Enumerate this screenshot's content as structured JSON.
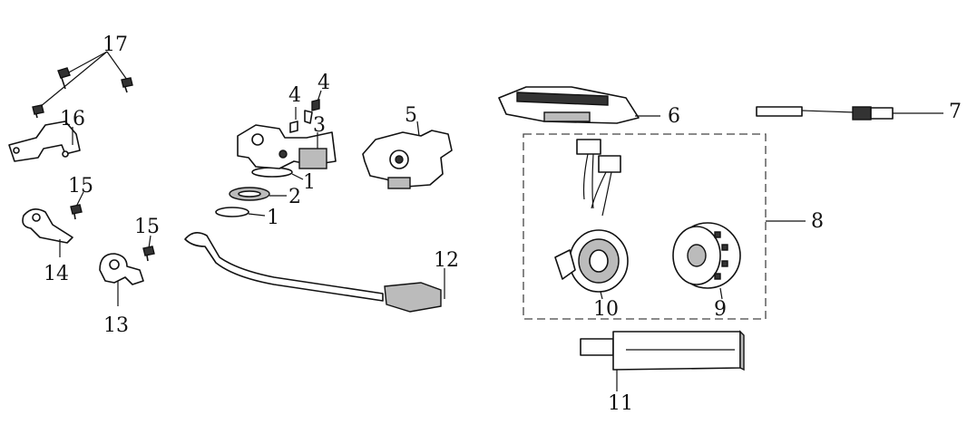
{
  "labels": {
    "l1a": "1",
    "l1b": "1",
    "l2": "2",
    "l3": "3",
    "l4a": "4",
    "l4b": "4",
    "l5": "5",
    "l6": "6",
    "l7": "7",
    "l8": "8",
    "l9": "9",
    "l10": "10",
    "l11": "11",
    "l12": "12",
    "l13": "13",
    "l14": "14",
    "l15a": "15",
    "l15b": "15",
    "l16": "16",
    "l17": "17"
  }
}
